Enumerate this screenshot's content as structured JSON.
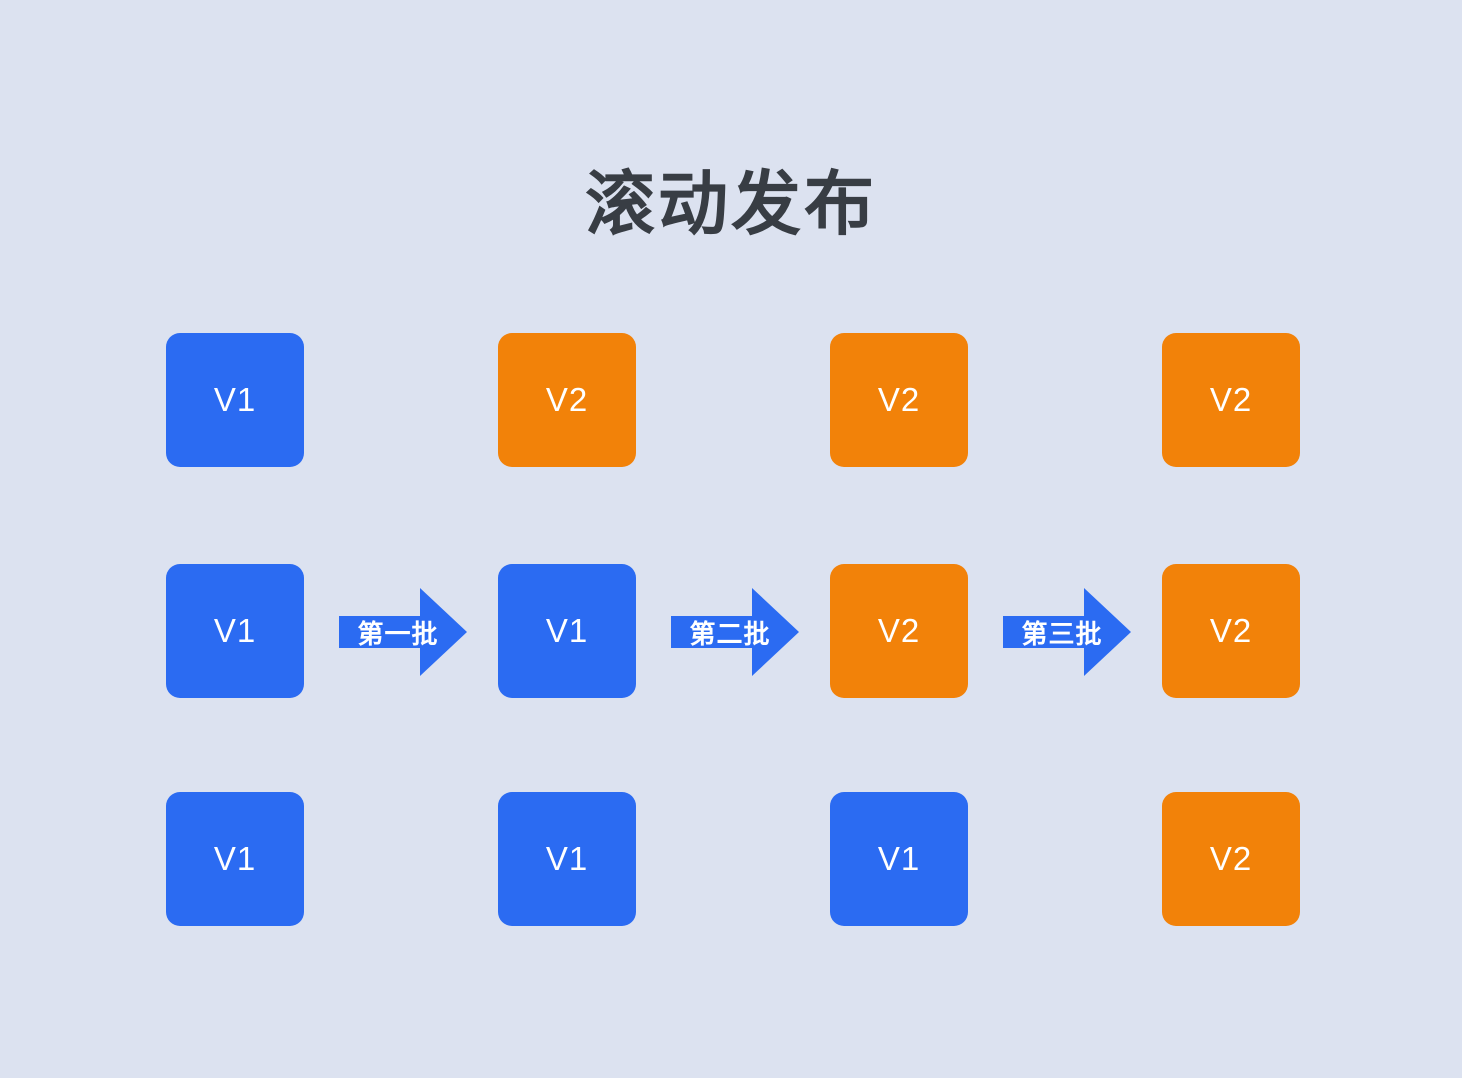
{
  "title": "滚动发布",
  "colors": {
    "background": "#dce2f0",
    "v1_fill": "#2b6bf2",
    "v2_fill": "#f28209",
    "arrow_fill": "#2b6bf2",
    "title_color": "#383d44",
    "node_label_color": "#ffffff",
    "arrow_label_color": "#ffffff"
  },
  "rows": [
    {
      "name": "initial-state",
      "nodes": [
        {
          "label": "V1",
          "version": "v1"
        },
        {
          "label": "V2",
          "version": "v2"
        },
        {
          "label": "V2",
          "version": "v2"
        },
        {
          "label": "V2",
          "version": "v2"
        }
      ]
    },
    {
      "name": "rolling-state",
      "nodes": [
        {
          "label": "V1",
          "version": "v1"
        },
        {
          "label": "V1",
          "version": "v1"
        },
        {
          "label": "V2",
          "version": "v2"
        },
        {
          "label": "V2",
          "version": "v2"
        }
      ],
      "arrows": [
        {
          "label": "第一批"
        },
        {
          "label": "第二批"
        },
        {
          "label": "第三批"
        }
      ]
    },
    {
      "name": "start-state",
      "nodes": [
        {
          "label": "V1",
          "version": "v1"
        },
        {
          "label": "V1",
          "version": "v1"
        },
        {
          "label": "V1",
          "version": "v1"
        },
        {
          "label": "V2",
          "version": "v2"
        }
      ]
    }
  ]
}
